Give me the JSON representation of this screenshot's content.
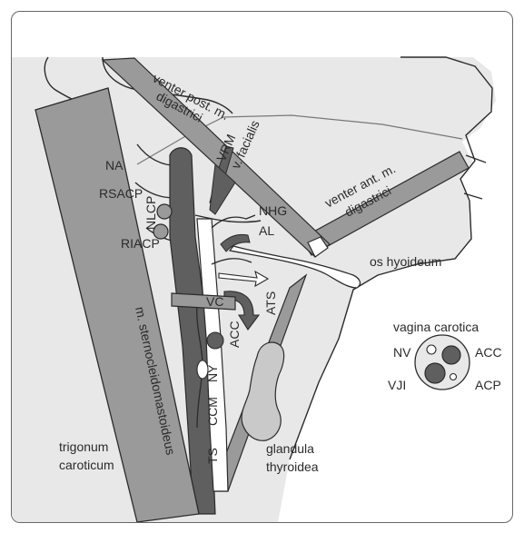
{
  "labels": {
    "venter_post": "venter post. m.",
    "digastrici_post": "digastrici",
    "vrm": "VRM",
    "v_facialis": "v. facialis",
    "na": "NA",
    "rsacp": "RSACP",
    "nlcp": "NLCP",
    "riacp": "RIACP",
    "nhg": "NHG",
    "al": "AL",
    "venter_ant": "venter ant. m.",
    "digastrici_ant": "digastrici",
    "os_hyoideum": "os hyoideum",
    "ats": "ATS",
    "vc": "VC",
    "acc": "ACC",
    "ny": "NY",
    "ccm": "CCM",
    "ts": "TS",
    "m_sterno": "m. sternocleidomastoideus",
    "trigonum": "trigonum",
    "caroticum": "caroticum",
    "glandula": "glandula",
    "thyroidea": "thyroidea"
  },
  "legend": {
    "title": "vagina carotica",
    "nv": "NV",
    "acc": "ACC",
    "vji": "VJI",
    "acp": "ACP"
  },
  "colors": {
    "skin": "#e8e8e8",
    "muscle": "#9a9a9a",
    "dark_vessel": "#5f5f5f",
    "outline": "#2b2b2b"
  }
}
